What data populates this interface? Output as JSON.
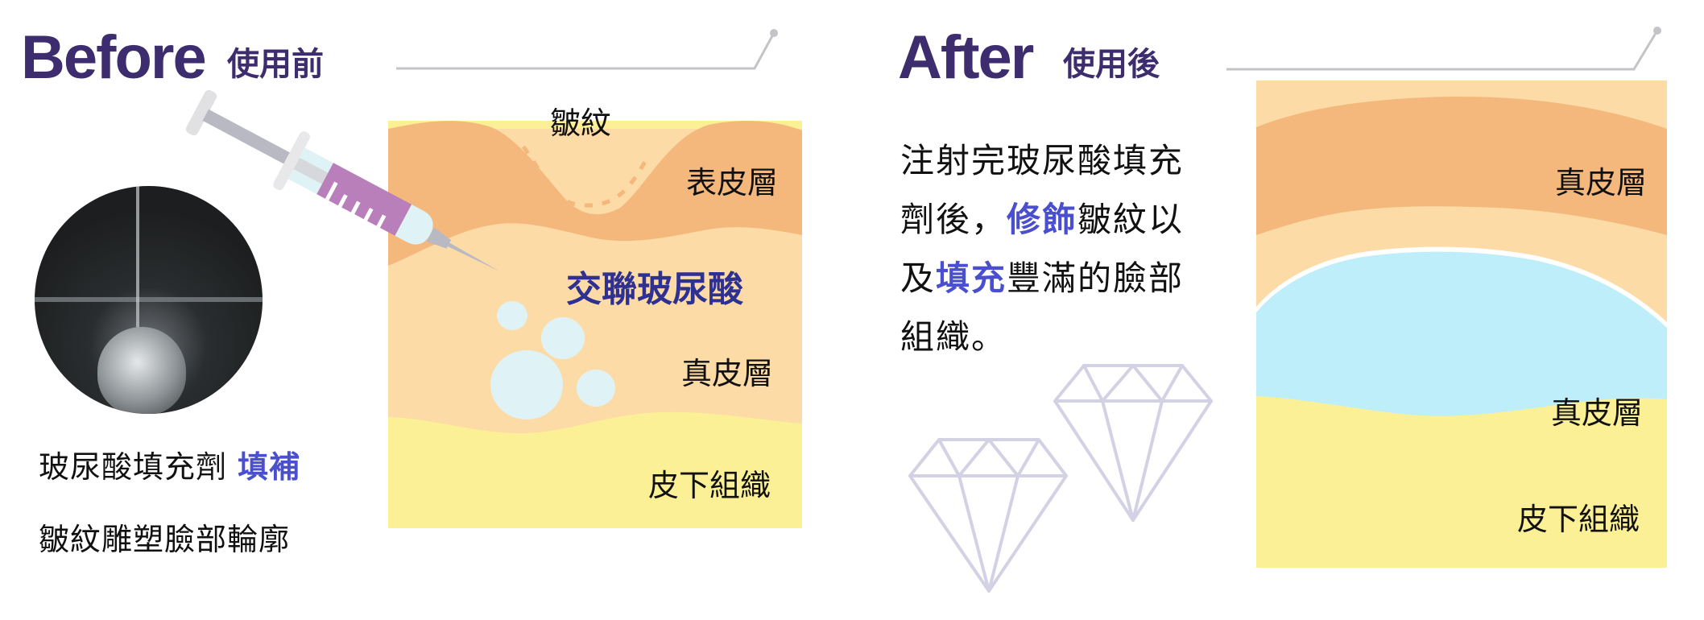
{
  "before": {
    "title_en": "Before",
    "title_zh": "使用前",
    "diagram": {
      "wrinkle_label": "皺紋",
      "epidermis_label": "表皮層",
      "filler_label": "交聯玻尿酸",
      "dermis_label": "真皮層",
      "subcutaneous_label": "皮下組織"
    },
    "caption": {
      "line1_prefix": "玻尿酸填充劑 ",
      "line1_highlight": "填補",
      "line2": "皺紋雕塑臉部輪廓"
    }
  },
  "after": {
    "title_en": "After",
    "title_zh": "使用後",
    "paragraph": {
      "part1": "注射完玻尿酸填充劑後，",
      "highlight1": "修飾",
      "part2": "皺紋以及",
      "highlight2": "填充",
      "part3": "豐滿的臉部組織。"
    },
    "diagram": {
      "top_label": "真皮層",
      "middle_label": "真皮層",
      "bottom_label": "皮下組織"
    }
  },
  "colors": {
    "title": "#3d2d6e",
    "highlight": "#4a4fd0",
    "filler_label": "#2e3191",
    "epidermis": "#f4b87c",
    "dermis": "#fcdba6",
    "subcutaneous": "#fbf095",
    "filler": "#bfeefb",
    "filler_droplet": "#dff3f6",
    "syringe_fluid": "#b87fbb",
    "diamond_stroke": "#d3d1e4",
    "divider": "#c4c4c8"
  }
}
